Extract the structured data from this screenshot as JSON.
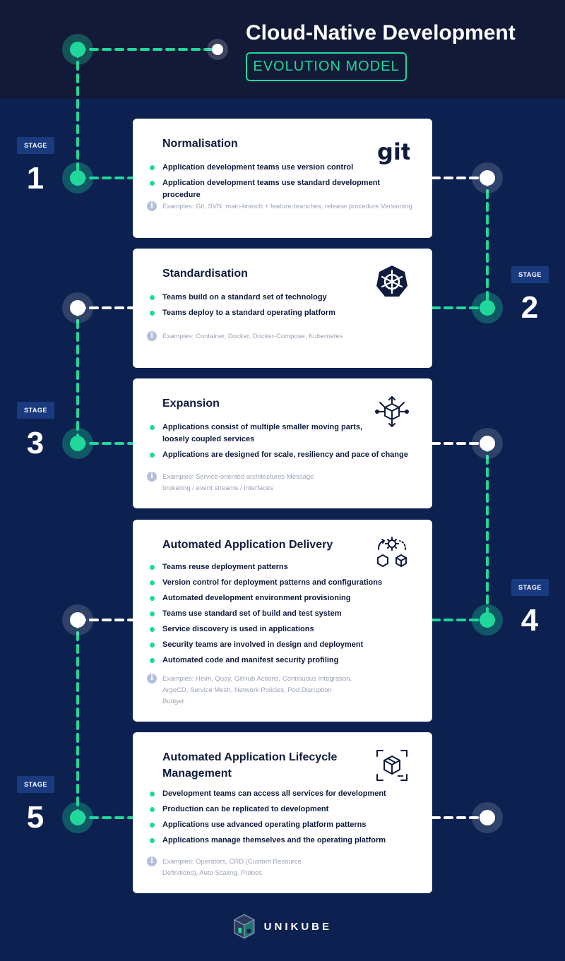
{
  "header": {
    "title": "Cloud-Native Development",
    "subtitle": "EVOLUTION MODEL"
  },
  "colors": {
    "background": "#0c2150",
    "header_background": "#121a38",
    "accent": "#1fd89a",
    "card": "#ffffff",
    "badge": "#1a3a80"
  },
  "stage_label": "STAGE",
  "stages": [
    {
      "number": "1",
      "title": "Normalisation",
      "icon": "git-logo-icon",
      "icon_text": "git",
      "bullets": [
        "Application development teams use version control",
        "Application development teams use standard development procedure"
      ],
      "examples": "Examples: Git, SVN: main-branch + feature-branches, release procedure Versioning"
    },
    {
      "number": "2",
      "title": "Standardisation",
      "icon": "kubernetes-helm-icon",
      "bullets": [
        "Teams build on a standard set of technology",
        "Teams deploy to a standard operating platform"
      ],
      "examples": "Examples: Container, Docker, Docker-Compose, Kubernetes"
    },
    {
      "number": "3",
      "title": "Expansion",
      "icon": "network-cube-icon",
      "bullets": [
        "Applications consist of multiple smaller moving parts, loosely coupled services",
        "Applications are designed for scale, resiliency and pace of change"
      ],
      "examples": "Examples: Service-oriented architectures Message brokering / event streams / Interfaces"
    },
    {
      "number": "4",
      "title": "Automated Application Delivery",
      "icon": "gear-cubes-cycle-icon",
      "bullets": [
        "Teams reuse deployment patterns",
        "Version control for deployment patterns and configurations",
        "Automated development environment provisioning",
        "Teams use standard set of build and test system",
        "Service discovery is used in applications",
        "Security teams are involved in design and deployment",
        "Automated code and manifest security profiling"
      ],
      "examples": "Examples: Helm, Quay, GitHub Actions, Continuous Integration, ArgoCD, Service Mesh, Network Policies, Pod Disruption Budget"
    },
    {
      "number": "5",
      "title": "Automated Application Lifecycle Management",
      "icon": "cube-scan-frame-icon",
      "bullets": [
        "Development teams can access all services for development",
        "Production can be replicated to development",
        "Applications use advanced operating platform patterns",
        "Applications manage themselves and the operating platform"
      ],
      "examples": "Examples: Operators, CRD (Custom Resource Definitions), Auto Scaling, Probes"
    }
  ],
  "footer": {
    "brand": "UNIKUBE",
    "logo_icon": "unikube-cube-logo-icon"
  }
}
